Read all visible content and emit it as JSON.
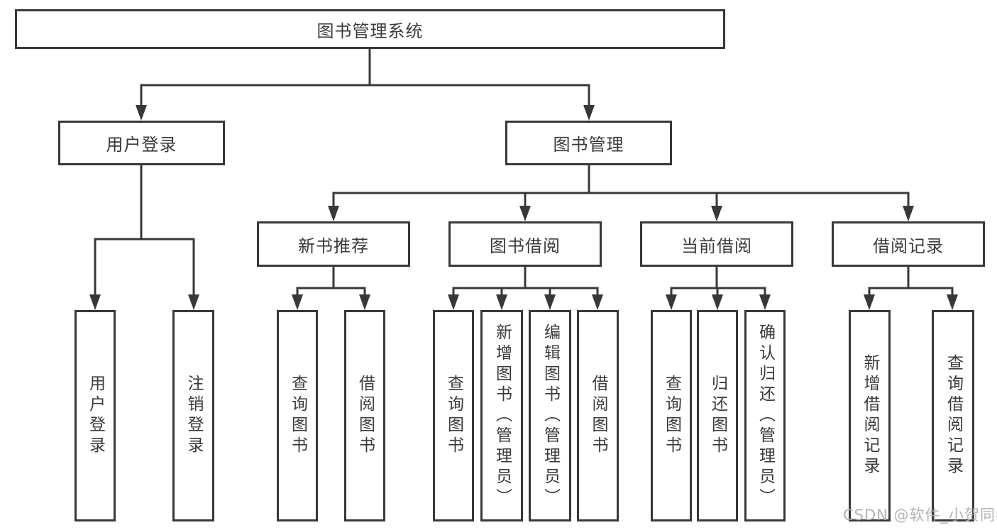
{
  "diagram": {
    "root": "图书管理系统",
    "level2": [
      {
        "label": "用户登录"
      },
      {
        "label": "图书管理"
      }
    ],
    "user_children": [
      "用户登录",
      "注销登录"
    ],
    "sections": [
      {
        "label": "新书推荐",
        "children": [
          "查询图书",
          "借阅图书"
        ]
      },
      {
        "label": "图书借阅",
        "children": [
          "查询图书",
          "新增图书（管理员）",
          "编辑图书（管理员）",
          "借阅图书"
        ]
      },
      {
        "label": "当前借阅",
        "children": [
          "查询图书",
          "归还图书",
          "确认归还（管理员）"
        ]
      },
      {
        "label": "借阅记录",
        "children": [
          "新增借阅记录",
          "查询借阅记录"
        ]
      }
    ],
    "watermark": "CSDN @软件_小贺同学",
    "colors": {
      "line": "#383838",
      "text": "#3a3a3a",
      "box_background": "#ffffff",
      "watermark": "#acacb2"
    }
  }
}
